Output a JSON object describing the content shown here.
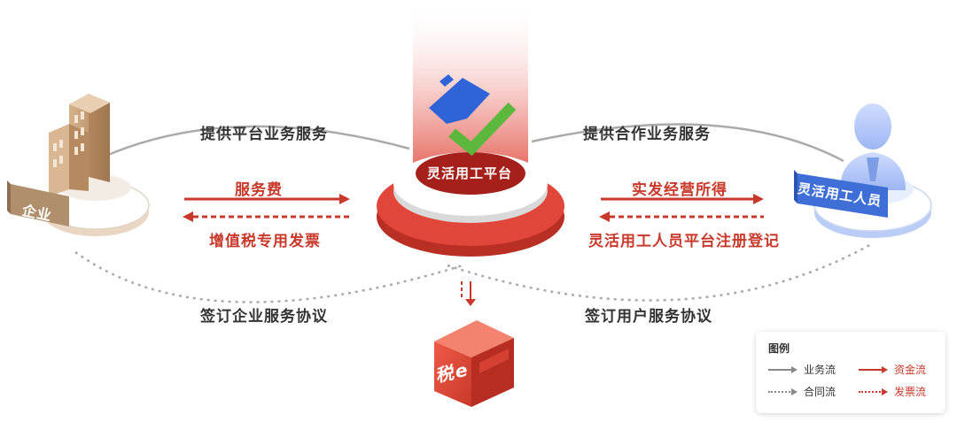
{
  "nodes": {
    "enterprise": "企业",
    "platform": "灵活用工平台",
    "worker": "灵活用工人员",
    "tax_icon": "税e"
  },
  "edges": {
    "platform_service": "提供平台业务服务",
    "service_fee": "服务费",
    "vat_invoice": "增值税专用发票",
    "enterprise_agreement": "签订企业服务协议",
    "cooperation_service": "提供合作业务服务",
    "income": "实发经营所得",
    "registration": "灵活用工人员平台注册登记",
    "user_agreement": "签订用户服务协议"
  },
  "legend": {
    "title": "图例",
    "business_flow": "业务流",
    "fund_flow": "资金流",
    "contract_flow": "合同流",
    "invoice_flow": "发票流"
  },
  "colors": {
    "red": "#c8392b",
    "gray": "#999999",
    "tan": "#b89a7a",
    "blue": "#3f6fd6",
    "green": "#5cb83c"
  }
}
